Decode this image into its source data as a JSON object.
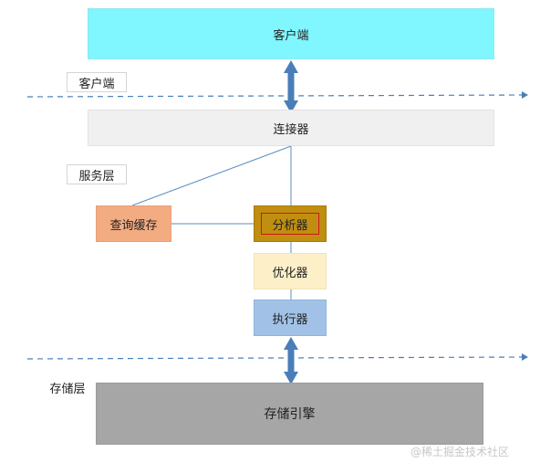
{
  "nodes": {
    "client": "客户端",
    "connector": "连接器",
    "query_cache": "查询缓存",
    "analyzer": "分析器",
    "optimizer": "优化器",
    "executor": "执行器",
    "storage_engine": "存储引擎"
  },
  "layers": {
    "client_layer": "客户端",
    "service_layer": "服务层",
    "storage_layer": "存储层"
  },
  "watermark": "@稀土掘金技术社区",
  "colors": {
    "client": "#80f6ff",
    "connector": "#f0f0f0",
    "query_cache": "#f3ab82",
    "analyzer": "#c08e10",
    "analyzer_border": "#d01818",
    "optimizer": "#fdf0c8",
    "executor": "#a1c2e6",
    "storage_engine": "#a6a6a6",
    "arrow": "#4a7eb8",
    "line": "#5b8fc0"
  }
}
